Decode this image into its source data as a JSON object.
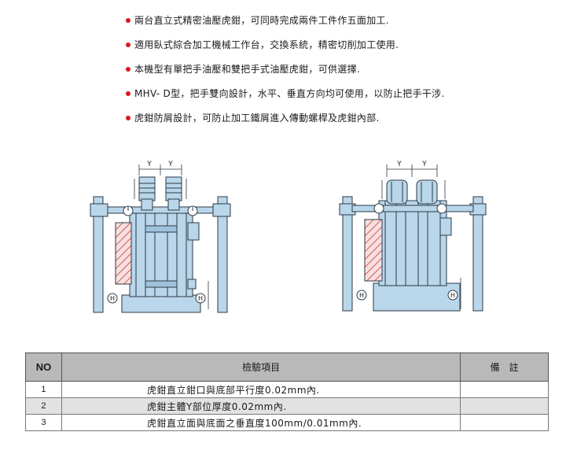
{
  "features": [
    "兩台直立式精密油壓虎鉗，可同時完成兩件工件作五面加工.",
    "適用臥式綜合加工機械工作台，交換系統，精密切削加工使用.",
    "本機型有單把手油壓和雙把手式油壓虎鉗，可供選擇.",
    "MHV- D型，把手雙向設計，水平、垂直方向均可使用，以防止把手干涉.",
    "虎鉗防屑設計，可防止加工鐵屑進入傳動螺桿及虎鉗內部."
  ],
  "diagram": {
    "left": {
      "y_left": "Y",
      "y_right": "Y",
      "h_left": "H",
      "h_right": "H"
    },
    "right": {
      "y_left": "Y",
      "y_right": "Y",
      "h_left": "H",
      "h_right": "H"
    }
  },
  "table": {
    "headers": {
      "no": "NO",
      "item": "檢驗項目",
      "remark": "備　註"
    },
    "rows": [
      {
        "no": "1",
        "item": "虎鉗直立鉗口與底部平行度0.02mm內.",
        "remark": ""
      },
      {
        "no": "2",
        "item": "虎鉗主體Y部位厚度0.02mm內.",
        "remark": ""
      },
      {
        "no": "3",
        "item": "虎鉗直立面與底面之垂直度100mm/0.01mm內.",
        "remark": ""
      }
    ]
  },
  "colors": {
    "bullet": "#e0141e",
    "machine": "#b9d6ea",
    "outline": "#2d3a45",
    "header": "#b9b9b9"
  }
}
